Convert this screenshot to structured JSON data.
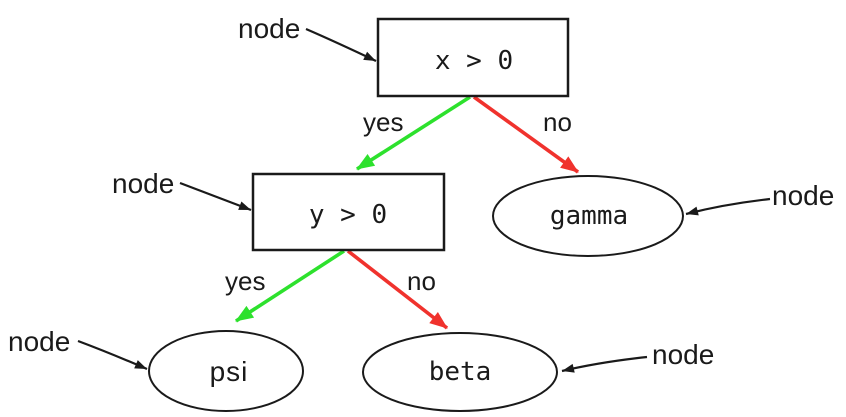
{
  "diagram": {
    "background": "#ffffff",
    "colors": {
      "yes_edge": "#2de12d",
      "no_edge": "#f0322d",
      "ink": "#1a1a1a"
    },
    "nodes": [
      {
        "id": "root",
        "label": "x > 0",
        "shape": "rect"
      },
      {
        "id": "y",
        "label": "y > 0",
        "shape": "rect"
      },
      {
        "id": "gamma",
        "label": "gamma",
        "shape": "ellipse"
      },
      {
        "id": "psi",
        "label": "psi",
        "shape": "ellipse"
      },
      {
        "id": "beta",
        "label": "beta",
        "shape": "ellipse"
      }
    ],
    "edges": [
      {
        "from": "root",
        "to": "y",
        "label": "yes",
        "color": "green"
      },
      {
        "from": "root",
        "to": "gamma",
        "label": "no",
        "color": "red"
      },
      {
        "from": "y",
        "to": "psi",
        "label": "yes",
        "color": "green"
      },
      {
        "from": "y",
        "to": "beta",
        "label": "no",
        "color": "red"
      }
    ],
    "annotations": [
      {
        "label": "node",
        "target": "root"
      },
      {
        "label": "node",
        "target": "y"
      },
      {
        "label": "node",
        "target": "gamma"
      },
      {
        "label": "node",
        "target": "psi"
      },
      {
        "label": "node",
        "target": "beta"
      }
    ]
  }
}
